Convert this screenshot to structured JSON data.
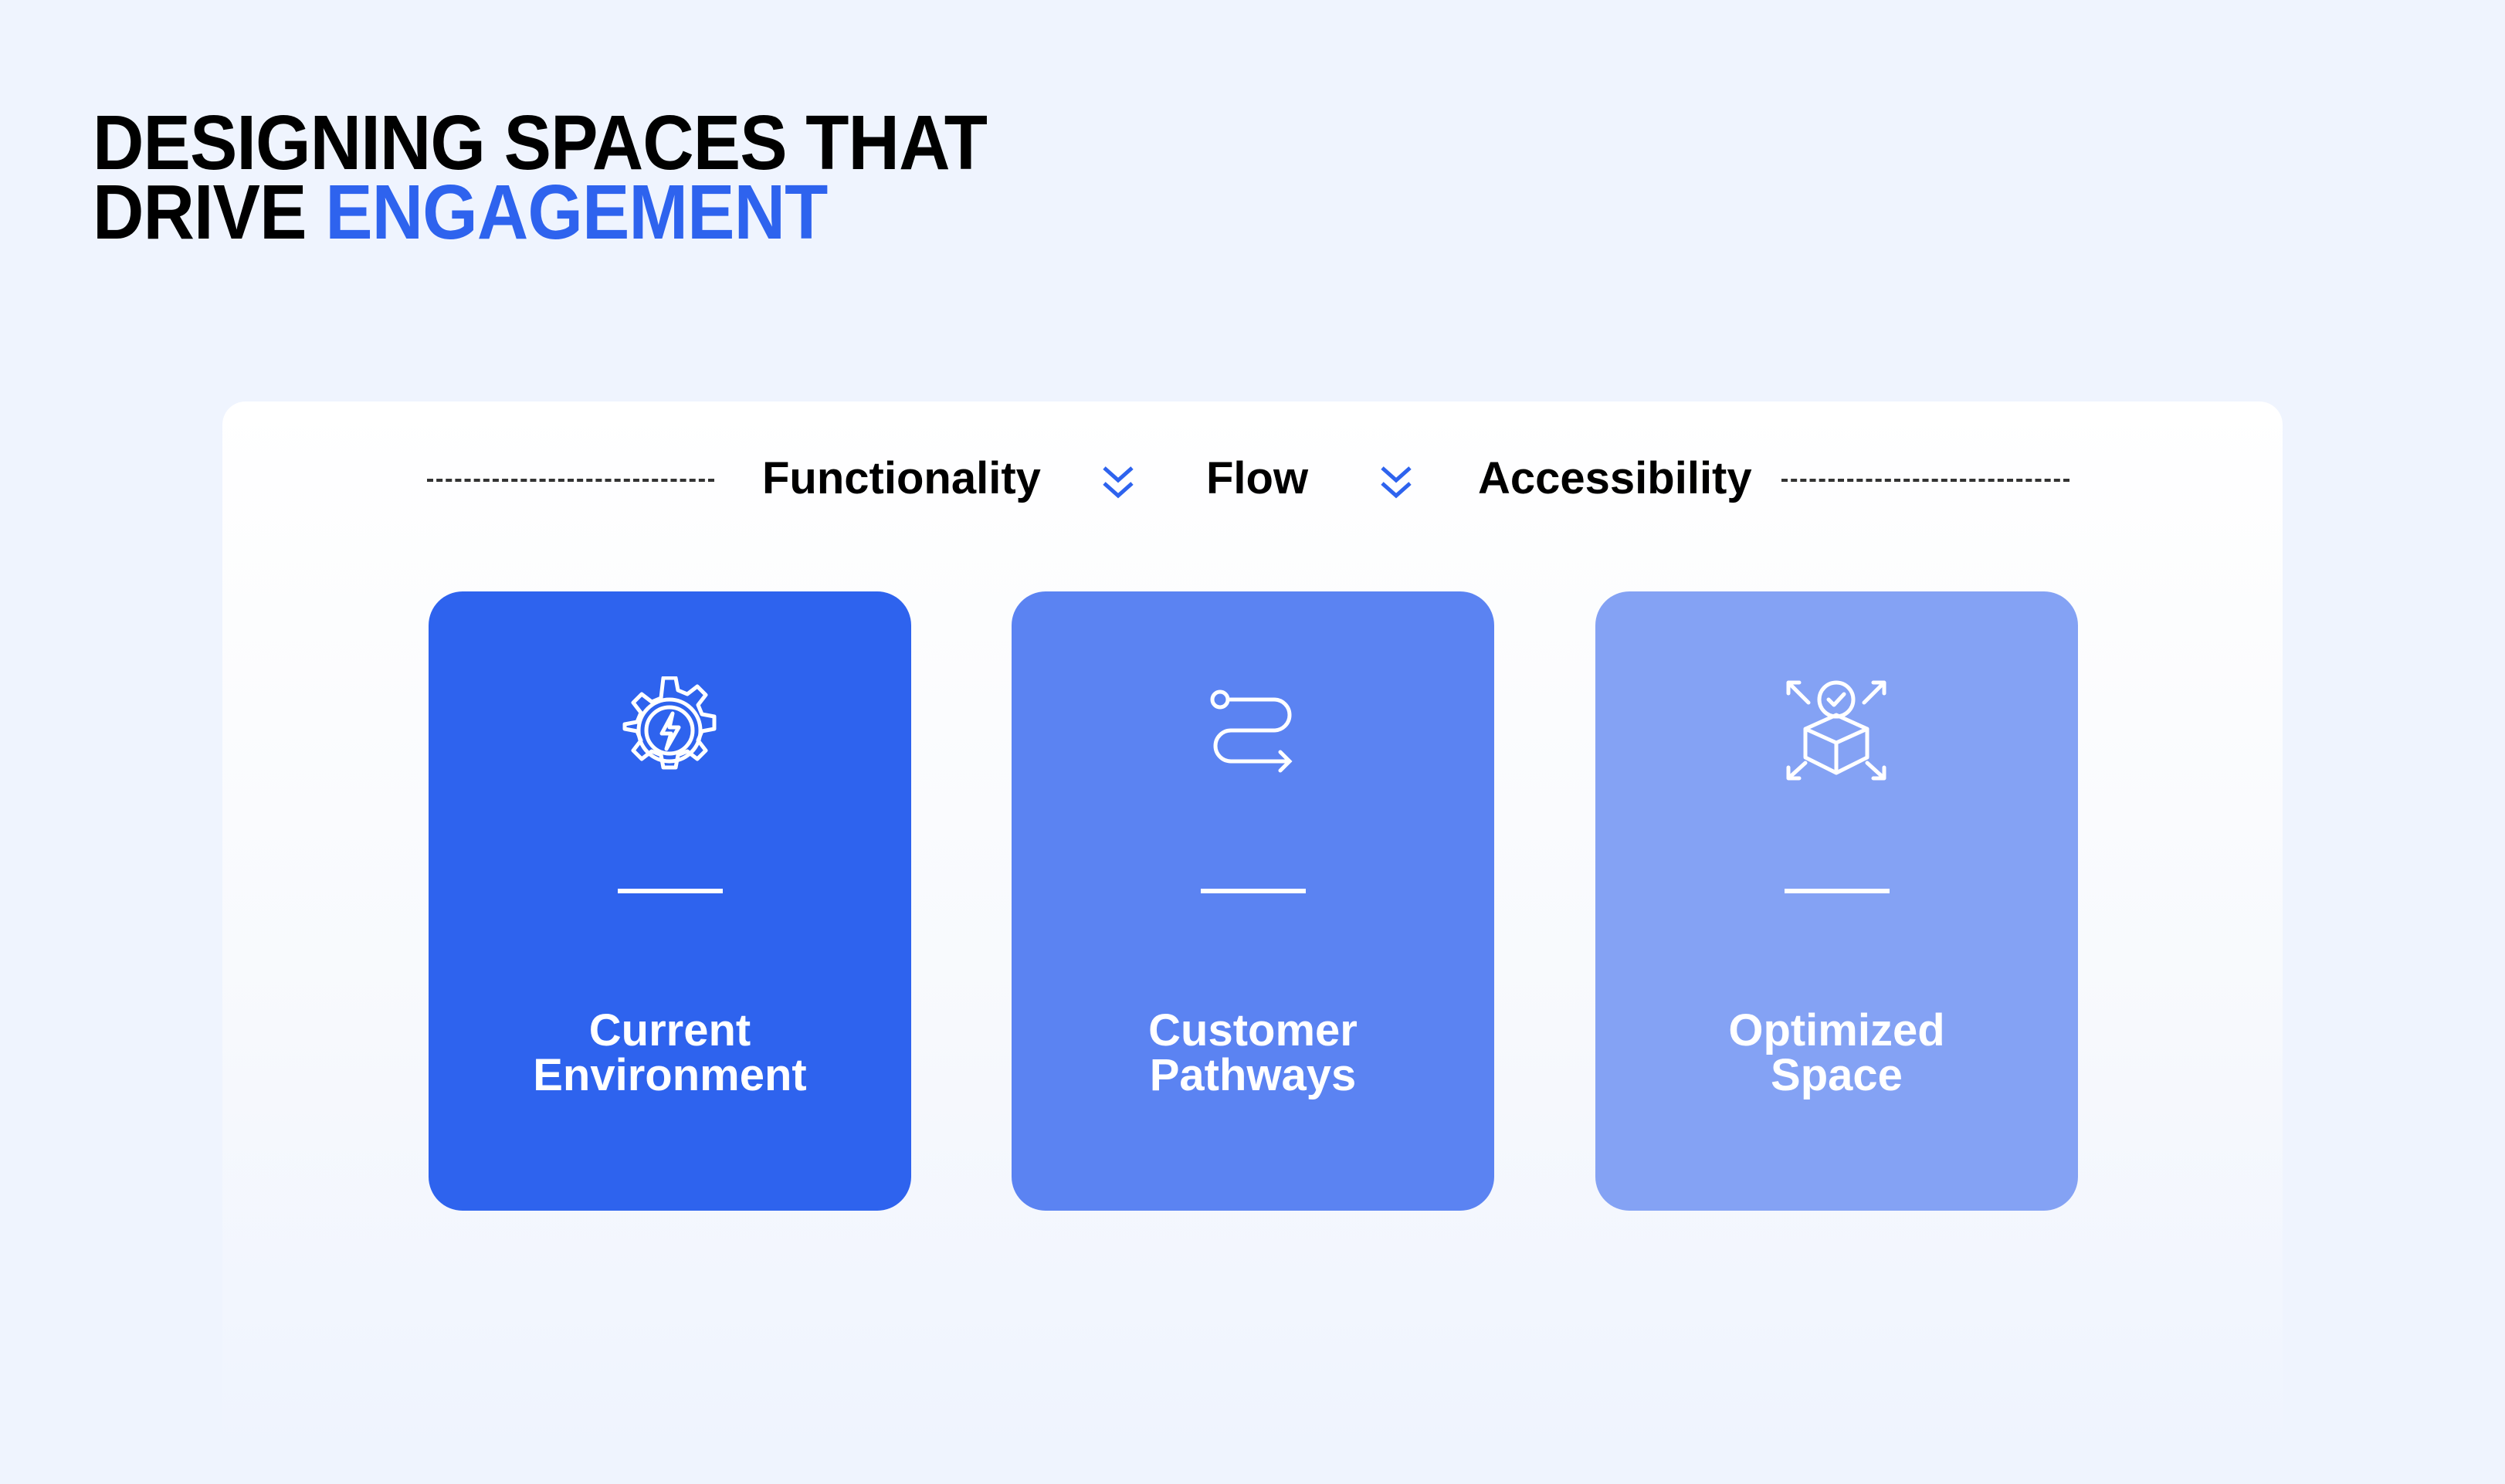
{
  "title": {
    "line1": "DESIGNING SPACES THAT",
    "line2_plain": "DRIVE ",
    "line2_accent": "ENGAGEMENT"
  },
  "header": {
    "items": [
      "Functionality",
      "Flow",
      "Accessibility"
    ]
  },
  "cards": [
    {
      "line1": "Current",
      "line2": "Environment",
      "icon": "gear-lightning-icon",
      "color": "#2e63ee"
    },
    {
      "line1": "Customer",
      "line2": "Pathways",
      "icon": "path-route-icon",
      "color": "#5b83f2"
    },
    {
      "line1": "Optimized",
      "line2": "Space",
      "icon": "box-check-expand-icon",
      "color": "#84a2f4"
    }
  ],
  "colors": {
    "accent": "#2e63ee"
  }
}
